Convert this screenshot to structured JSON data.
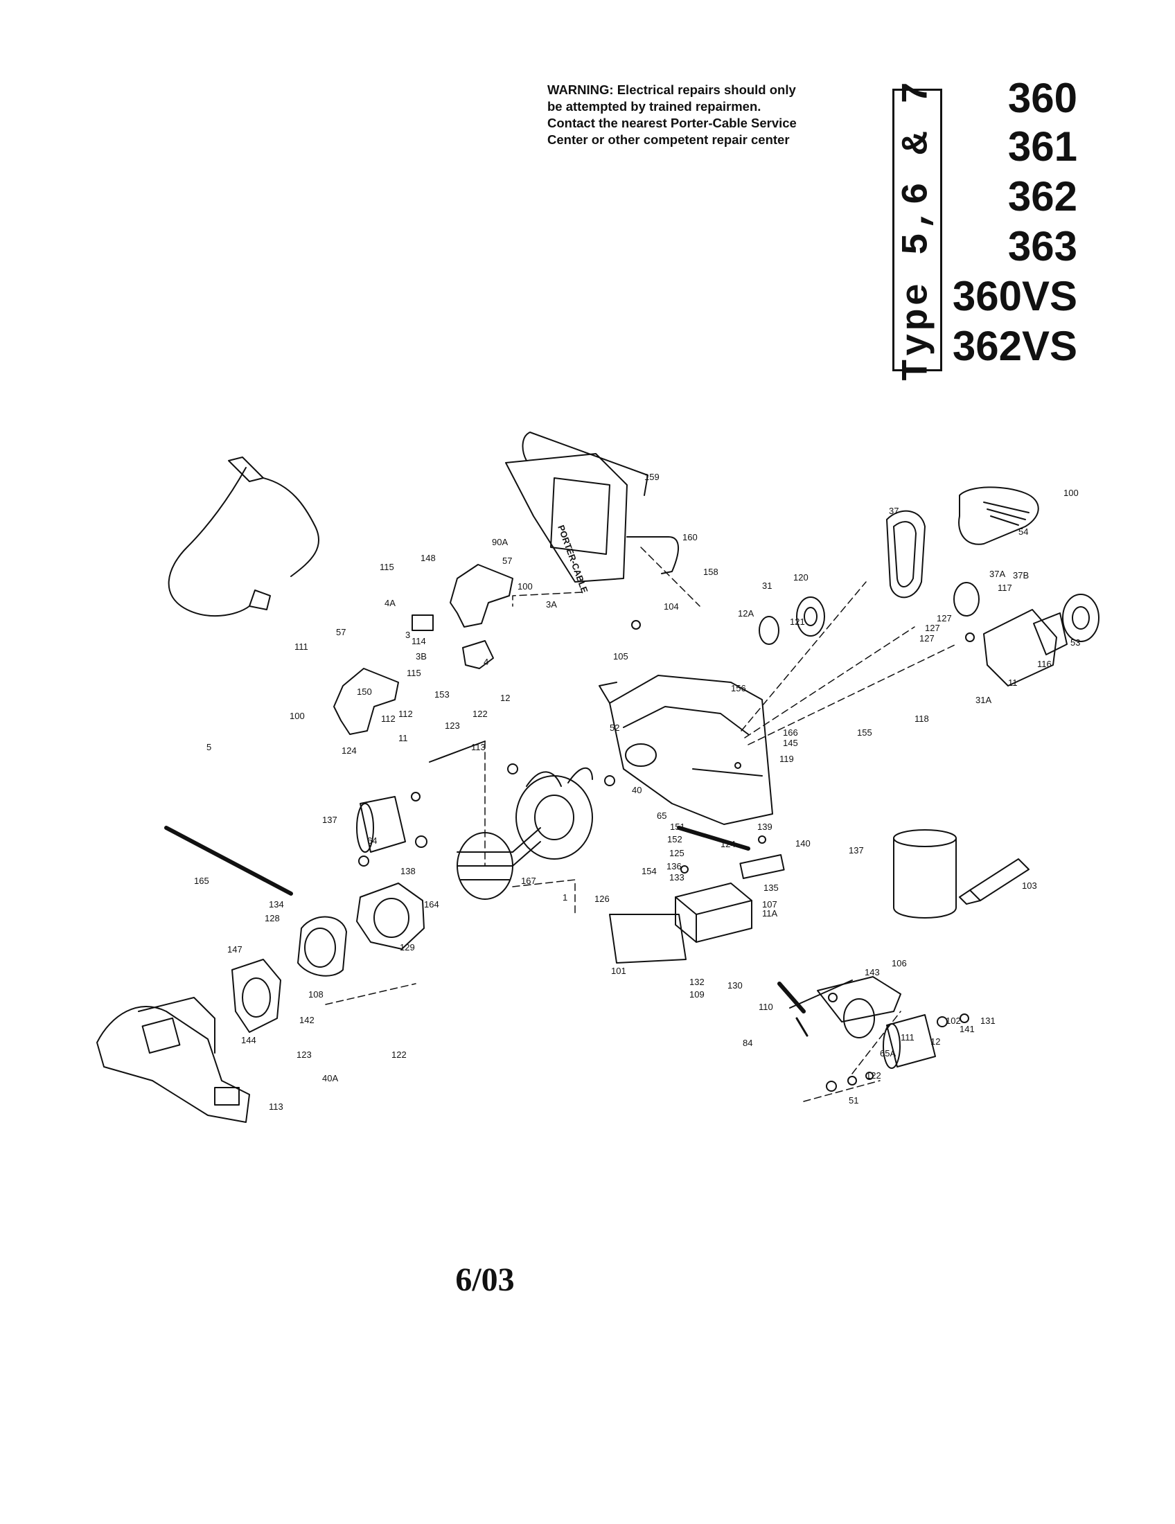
{
  "warning": {
    "label": "WARNING:",
    "lines": [
      "Electrical repairs should only",
      "be attempted by trained repairmen.",
      "Contact the nearest Porter-Cable Service",
      "Center or other competent repair center"
    ]
  },
  "type_label": "Type 5,6 & 7",
  "models": [
    "360",
    "361",
    "362",
    "363",
    "360VS",
    "362VS"
  ],
  "brand_plate": "PORTER-CABLE",
  "date": "6/03",
  "parts": [
    "159",
    "100",
    "160",
    "54",
    "90A",
    "37",
    "148",
    "57",
    "115",
    "158",
    "31",
    "120",
    "37A",
    "37B",
    "117",
    "100",
    "104",
    "4A",
    "3A",
    "12A",
    "121",
    "127",
    "57",
    "3",
    "127",
    "127",
    "111",
    "114",
    "4",
    "3B",
    "105",
    "156",
    "53",
    "116",
    "115",
    "52",
    "11",
    "31A",
    "150",
    "153",
    "112",
    "112",
    "118",
    "100",
    "5",
    "12",
    "166",
    "155",
    "123",
    "122",
    "145",
    "119",
    "11",
    "113",
    "124",
    "40",
    "65",
    "151",
    "152",
    "139",
    "137",
    "64",
    "125",
    "124",
    "136",
    "140",
    "137",
    "133",
    "165",
    "138",
    "154",
    "167",
    "135",
    "1",
    "126",
    "103",
    "134",
    "164",
    "107",
    "11A",
    "128",
    "129",
    "101",
    "106",
    "147",
    "143",
    "108",
    "132",
    "109",
    "130",
    "131",
    "142",
    "144",
    "110",
    "102",
    "141",
    "122",
    "123",
    "84",
    "111",
    "40A",
    "12",
    "113",
    "65A",
    "51",
    "122",
    "144",
    "123"
  ]
}
